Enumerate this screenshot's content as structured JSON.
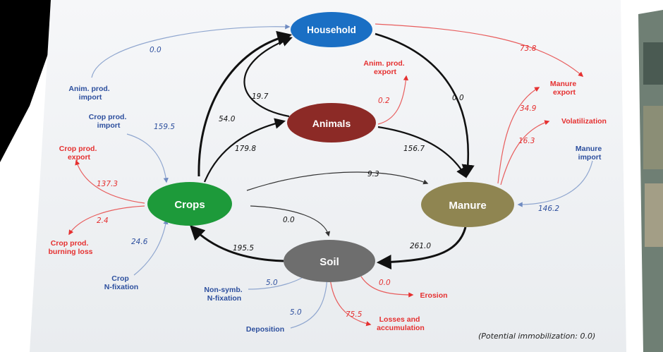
{
  "nodes": {
    "household": "Household",
    "animals": "Animals",
    "crops": "Crops",
    "manure": "Manure",
    "soil": "Soil"
  },
  "flows": {
    "anim_import": "0.0",
    "crop_import": "159.5",
    "crop_export": "137.3",
    "crop_burning": "2.4",
    "crop_nfix": "24.6",
    "crops_household": "54.0",
    "animals_household": "19.7",
    "crops_animals": "179.8",
    "anim_export": "0.2",
    "household_manure_export": "73.8",
    "household_manure": "0.0",
    "animals_manure": "156.7",
    "crops_manure": "9.3",
    "manure_export": "34.9",
    "volatilization": "16.3",
    "manure_import": "146.2",
    "crops_soil": "0.0",
    "soil_crops": "195.5",
    "manure_soil": "261.0",
    "nonsymb": "5.0",
    "deposition": "5.0",
    "erosion": "0.0",
    "losses": "75.5"
  },
  "labels": {
    "anim_import": [
      "Anim. prod.",
      "import"
    ],
    "crop_import": [
      "Crop prod.",
      "import"
    ],
    "crop_export": [
      "Crop prod.",
      "export"
    ],
    "crop_burning": [
      "Crop prod.",
      "burning loss"
    ],
    "crop_nfix": [
      "Crop",
      "N-fixation"
    ],
    "anim_export": [
      "Anim. prod.",
      "export"
    ],
    "manure_export": [
      "Manure",
      "export"
    ],
    "volatilization": [
      "Volatilization"
    ],
    "manure_import": [
      "Manure",
      "import"
    ],
    "nonsymb": [
      "Non-symb.",
      "N-fixation"
    ],
    "deposition": [
      "Deposition"
    ],
    "erosion": [
      "Erosion"
    ],
    "losses": [
      "Losses and",
      "accumulation"
    ]
  },
  "note": "(Potential immobilization: 0.0)",
  "colors": {
    "household": "#1a6fc4",
    "animals": "#8c2a26",
    "crops": "#1d9a3a",
    "manure": "#8f8551",
    "soil": "#6e6e6e",
    "input": "#2d4f9e",
    "output": "#e53030",
    "input_line": "#8fa6cf",
    "output_line": "#e85d5d",
    "internal": "#111111"
  }
}
